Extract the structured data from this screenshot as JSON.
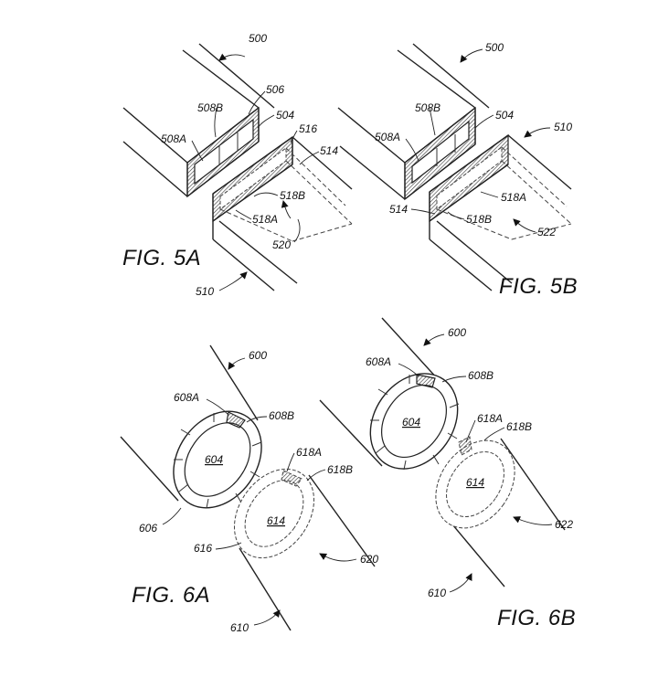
{
  "figures": {
    "fig5a": {
      "title": "FIG. 5A",
      "labels": {
        "l500": "500",
        "l506": "506",
        "l508b": "508B",
        "l504": "504",
        "l516": "516",
        "l508a": "508A",
        "l514": "514",
        "l518b": "518B",
        "l518a": "518A",
        "l520": "520",
        "l510": "510"
      }
    },
    "fig5b": {
      "title": "FIG. 5B",
      "labels": {
        "l500": "500",
        "l508b": "508B",
        "l504": "504",
        "l510": "510",
        "l508a": "508A",
        "l514": "514",
        "l518a": "518A",
        "l518b": "518B",
        "l522": "522"
      }
    },
    "fig6a": {
      "title": "FIG. 6A",
      "labels": {
        "l600": "600",
        "l608a": "608A",
        "l608b": "608B",
        "l604": "604",
        "l618a": "618A",
        "l618b": "618B",
        "l614": "614",
        "l606": "606",
        "l616": "616",
        "l620": "620",
        "l610": "610"
      }
    },
    "fig6b": {
      "title": "FIG. 6B",
      "labels": {
        "l600": "600",
        "l608a": "608A",
        "l608b": "608B",
        "l604": "604",
        "l618a": "618A",
        "l618b": "618B",
        "l614": "614",
        "l622": "622",
        "l610": "610"
      }
    }
  }
}
